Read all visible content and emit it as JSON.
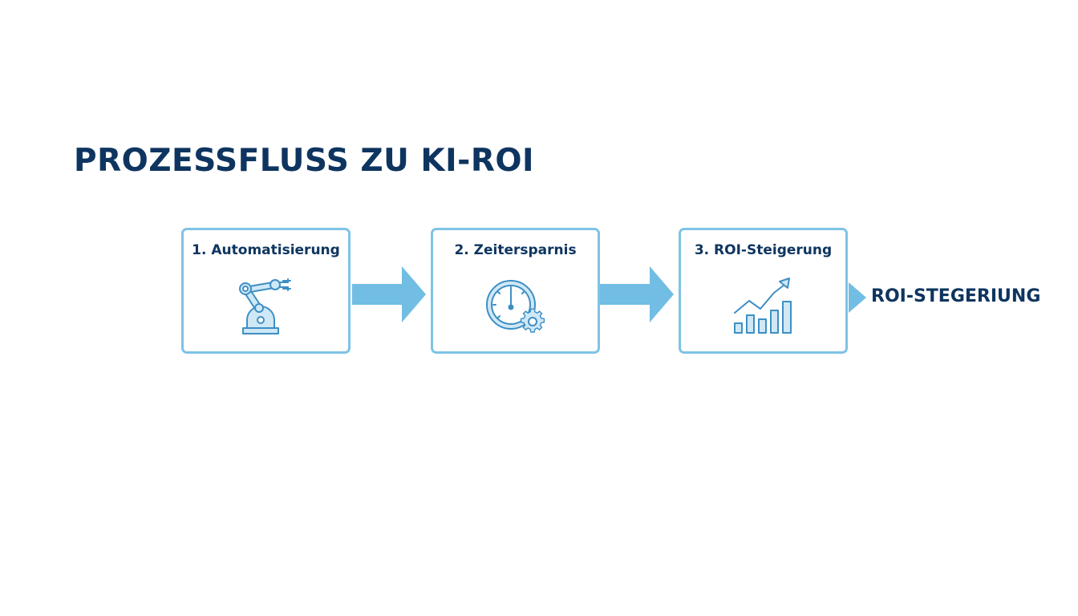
{
  "title": "PROZESSFLUSS ZU KI-ROI",
  "steps": [
    {
      "label": "1. Automatisierung",
      "icon": "robot-arm-icon"
    },
    {
      "label": "2. Zeitersparnis",
      "icon": "stopwatch-gear-icon"
    },
    {
      "label": "3. ROI-Steigerung",
      "icon": "growth-chart-icon"
    }
  ],
  "outcome": "ROI-STEGERIUNG",
  "colors": {
    "title": "#0e3560",
    "accent": "#7ec3e6",
    "icon_fill": "#cfe8f6",
    "icon_stroke": "#3e8fc4"
  }
}
